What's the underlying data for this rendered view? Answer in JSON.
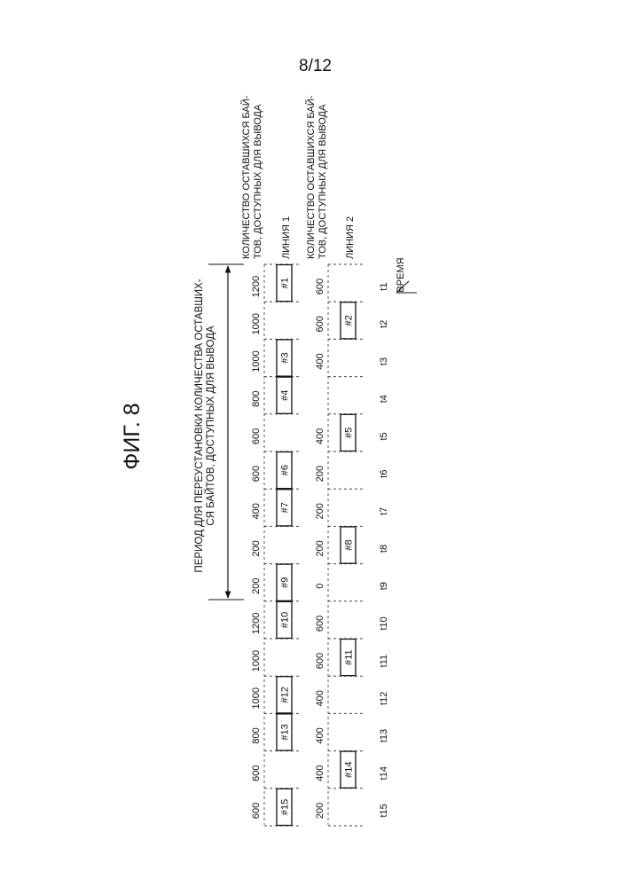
{
  "page_number": "8/12",
  "figure_title": "ФИГ. 8",
  "period_label": {
    "line1": "ПЕРИОД ДЛЯ ПЕРЕУСТАНОВКИ КОЛИЧЕСТВА ОСТАВШИХ-",
    "line2": "СЯ БАЙТОВ, ДОСТУПНЫХ ДЛЯ ВЫВОДА"
  },
  "row_headers": {
    "remaining_1": [
      "КОЛИЧЕСТВО ОСТАВШИХСЯ БАЙ-",
      "ТОВ, ДОСТУПНЫХ ДЛЯ ВЫВОДА"
    ],
    "line_1": "ЛИНИЯ 1",
    "remaining_2": [
      "КОЛИЧЕСТВО ОСТАВШИХСЯ БАЙ-",
      "ТОВ, ДОСТУПНЫХ ДЛЯ ВЫВОДА"
    ],
    "line_2": "ЛИНИЯ 2"
  },
  "time_label": "ВРЕМЯ",
  "time_ticks": [
    "t1",
    "t2",
    "t3",
    "t4",
    "t5",
    "t6",
    "t7",
    "t8",
    "t9",
    "t10",
    "t11",
    "t12",
    "t13",
    "t14",
    "t15"
  ],
  "remaining_line1": [
    "1200",
    "1000",
    "1000",
    "800",
    "600",
    "600",
    "400",
    "200",
    "200",
    "1200",
    "1000",
    "1000",
    "800",
    "600",
    "600"
  ],
  "remaining_line2": [
    "600",
    "600",
    "400",
    "",
    "400",
    "200",
    "200",
    "200",
    "0",
    "600",
    "600",
    "400",
    "400",
    "400",
    "200"
  ],
  "packets_line1": [
    {
      "slot": 1,
      "label": "#1"
    },
    {
      "slot": 3,
      "label": "#3"
    },
    {
      "slot": 4,
      "label": "#4"
    },
    {
      "slot": 6,
      "label": "#6"
    },
    {
      "slot": 7,
      "label": "#7"
    },
    {
      "slot": 9,
      "label": "#9"
    },
    {
      "slot": 10,
      "label": "#10"
    },
    {
      "slot": 12,
      "label": "#12"
    },
    {
      "slot": 13,
      "label": "#13"
    },
    {
      "slot": 15,
      "label": "#15"
    }
  ],
  "packets_line2": [
    {
      "slot": 2,
      "label": "#2"
    },
    {
      "slot": 5,
      "label": "#5"
    },
    {
      "slot": 8,
      "label": "#8"
    },
    {
      "slot": 11,
      "label": "#11"
    },
    {
      "slot": 14,
      "label": "#14"
    }
  ]
}
